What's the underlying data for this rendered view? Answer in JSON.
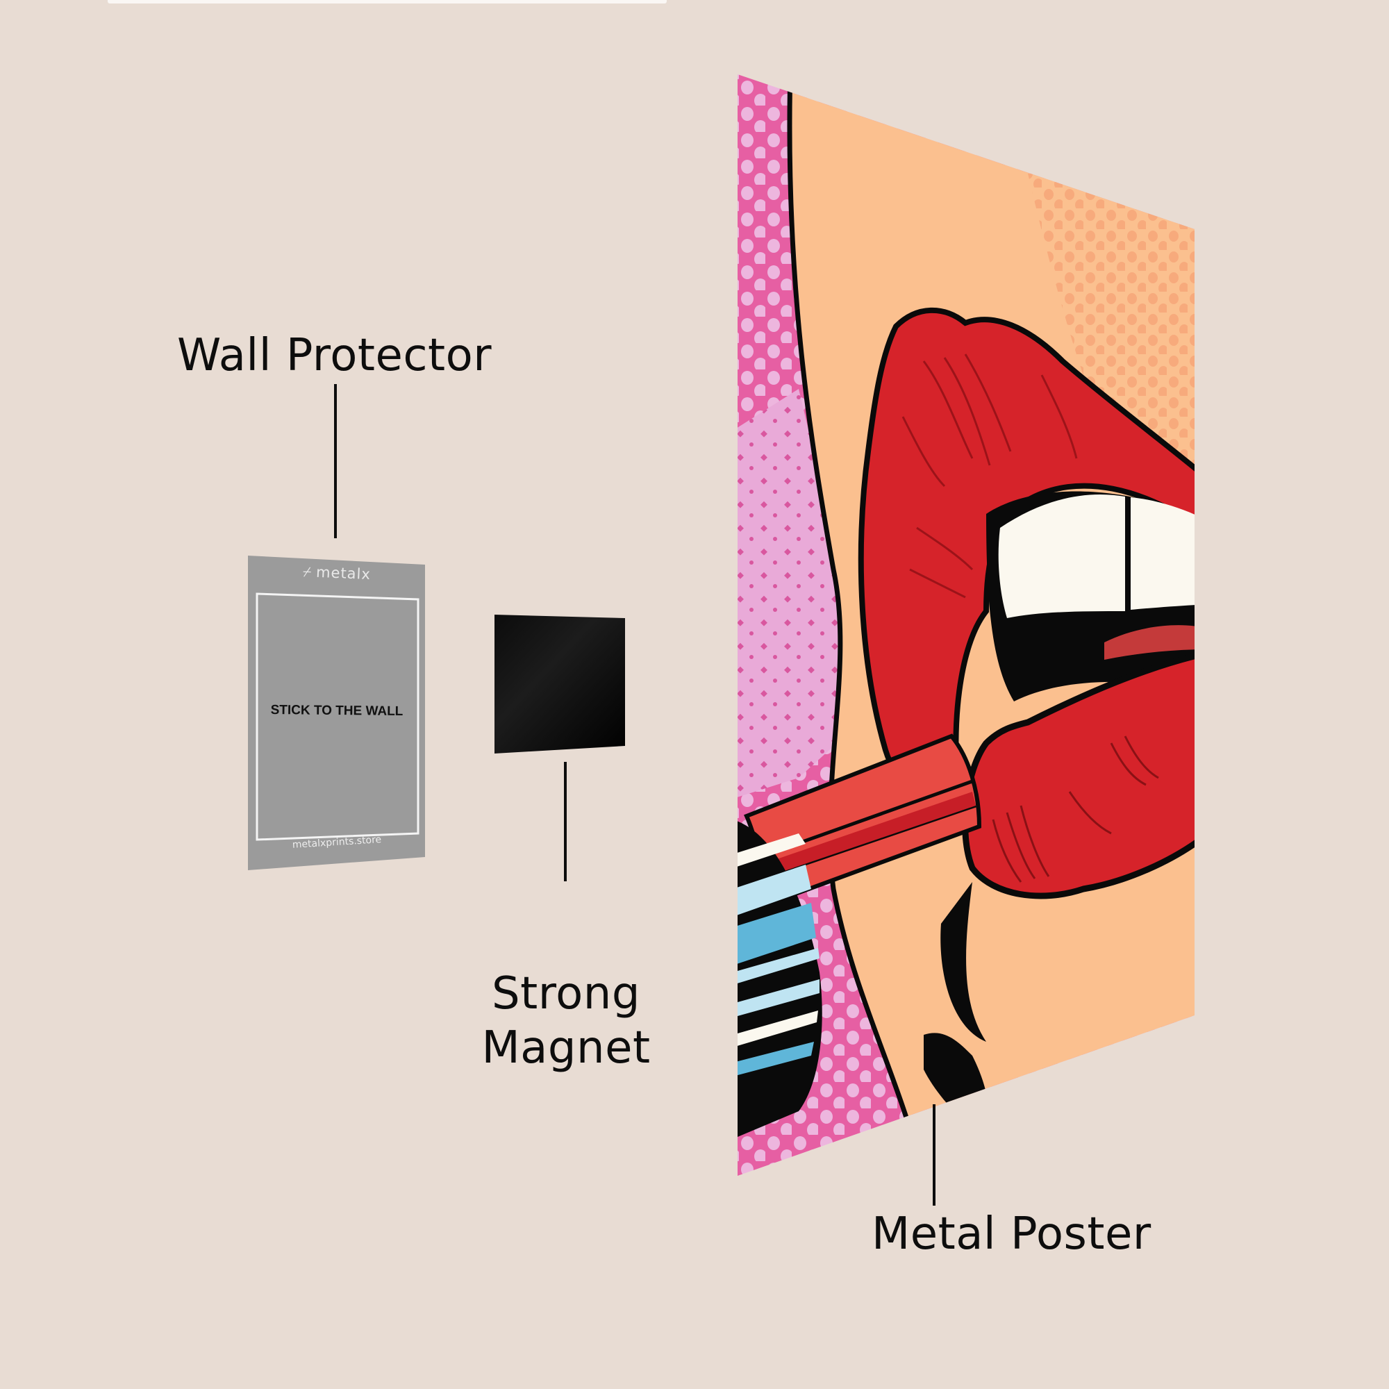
{
  "scene": {
    "background_color": "#E8DCD3",
    "type": "product installation diagram"
  },
  "components": [
    {
      "id": "wall_protector",
      "label": "Wall Protector",
      "panel": {
        "color": "#9B9B9B",
        "brand": "metalx",
        "center_text": "STICK TO THE WALL",
        "footer_text": "metalxprints.store"
      }
    },
    {
      "id": "strong_magnet",
      "label_line1": "Strong",
      "label_line2": "Magnet",
      "color": "#050505"
    },
    {
      "id": "metal_poster",
      "label": "Metal Poster",
      "artwork": {
        "subject": "pop-art red lips applying lipstick",
        "colors": {
          "skin": "#FBC08F",
          "lips": "#D6232A",
          "pink_bg": "#E763A4",
          "light_pink_bg": "#E9A9D6",
          "teeth": "#FBF8EF",
          "lipstick_case": "#5FB6D9",
          "outline": "#0a0a0a"
        }
      }
    }
  ]
}
